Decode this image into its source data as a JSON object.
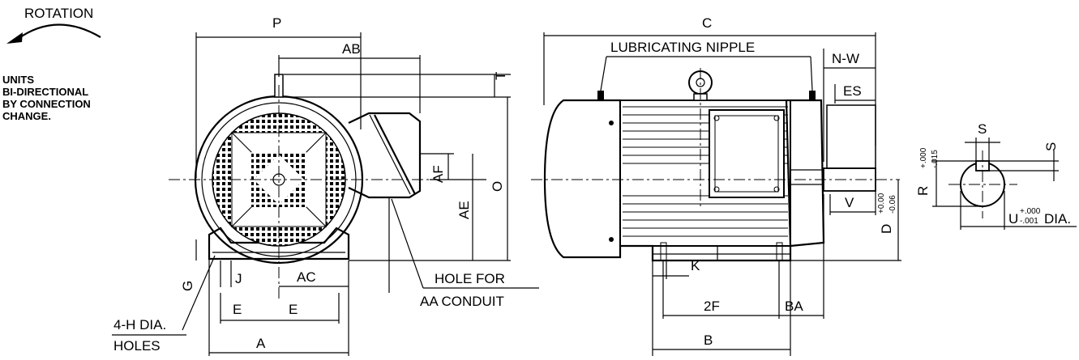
{
  "rotation": {
    "label": "ROTATION"
  },
  "note": {
    "line1": "UNITS",
    "line2": "BI-DIRECTIONAL",
    "line3": "BY CONNECTION",
    "line4": "CHANGE."
  },
  "end_view": {
    "P": "P",
    "AB": "AB",
    "T": "T",
    "O": "O",
    "AE": "AE",
    "AF": "AF",
    "G": "G",
    "J": "J",
    "AC": "AC",
    "E1": "E",
    "E2": "E",
    "A": "A",
    "holes1": "4-H DIA.",
    "holes2": "HOLES",
    "conduit1": "HOLE FOR",
    "conduit2": "AA CONDUIT"
  },
  "side_view": {
    "C": "C",
    "nipple": "LUBRICATING NIPPLE",
    "NW": "N-W",
    "ES": "ES",
    "V": "V",
    "D": "D",
    "D_tol_up": "+0.00",
    "D_tol_dn": "-0.06",
    "K": "K",
    "F2": "2F",
    "BA": "BA",
    "B": "B"
  },
  "shaft_view": {
    "S1": "S",
    "S2": "S",
    "R": "R",
    "R_tol_up": "+.000",
    "R_tol_dn": "-.015",
    "U": "U",
    "U_tol_up": "+.000",
    "U_tol_dn": "-.001",
    "U_suffix": "DIA."
  }
}
